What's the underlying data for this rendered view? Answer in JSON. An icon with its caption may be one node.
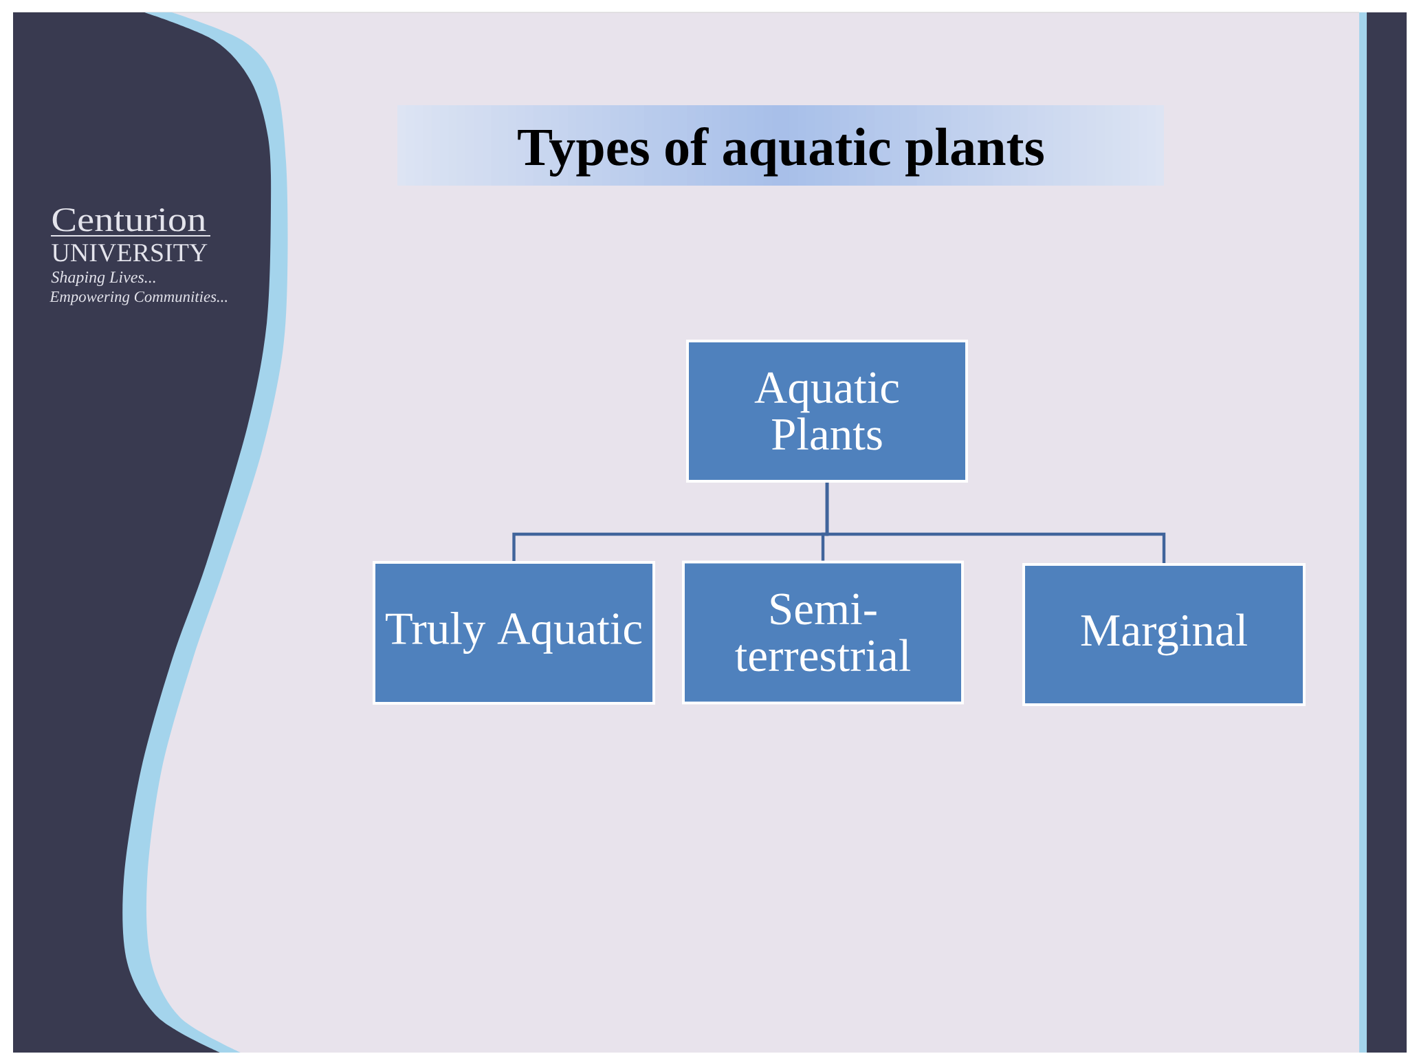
{
  "diagram": {
    "title": "Types of aquatic plants",
    "nodes": [
      {
        "text": [
          "Aquatic Plants"
        ]
      },
      {
        "text": [
          "Truly Aquatic"
        ]
      },
      {
        "text": [
          "Semi-terrestrial"
        ]
      },
      {
        "text": [
          "Marginal"
        ]
      }
    ],
    "edges": [
      {
        "from": 0,
        "to": 1,
        "arrow": "none"
      },
      {
        "from": 0,
        "to": 2,
        "arrow": "none"
      },
      {
        "from": 0,
        "to": 3,
        "arrow": "none"
      }
    ],
    "labels": [
      "Centurion",
      "UNIVERSITY",
      "Shaping Lives...",
      "Empowering Communities..."
    ]
  }
}
